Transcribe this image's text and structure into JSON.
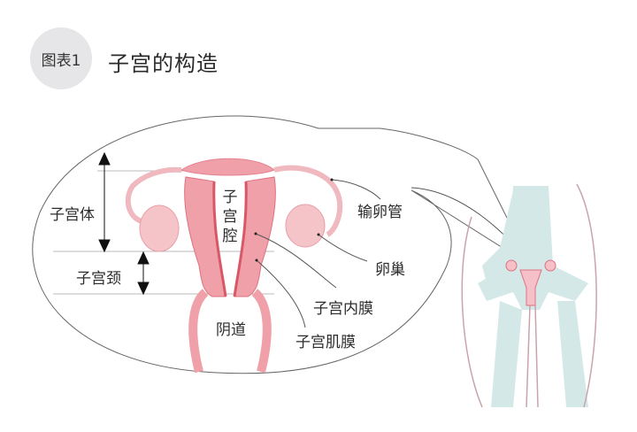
{
  "header": {
    "badge": "图表1",
    "title": "子宫的构造"
  },
  "labels": {
    "uterine_body": "子宫体",
    "cervix": "子宫颈",
    "uterine_cavity_1": "子",
    "uterine_cavity_2": "宫",
    "uterine_cavity_3": "腔",
    "fallopian_tube": "输卵管",
    "ovary": "卵巢",
    "endometrium": "子宫内膜",
    "myometrium": "子宫肌膜",
    "vagina": "阴道"
  },
  "colors": {
    "tissue": "#f0a0a8",
    "tissue_dark": "#e06878",
    "tissue_light": "#f8d0d4",
    "bone": "#d4e8e8",
    "leader": "#555555"
  }
}
